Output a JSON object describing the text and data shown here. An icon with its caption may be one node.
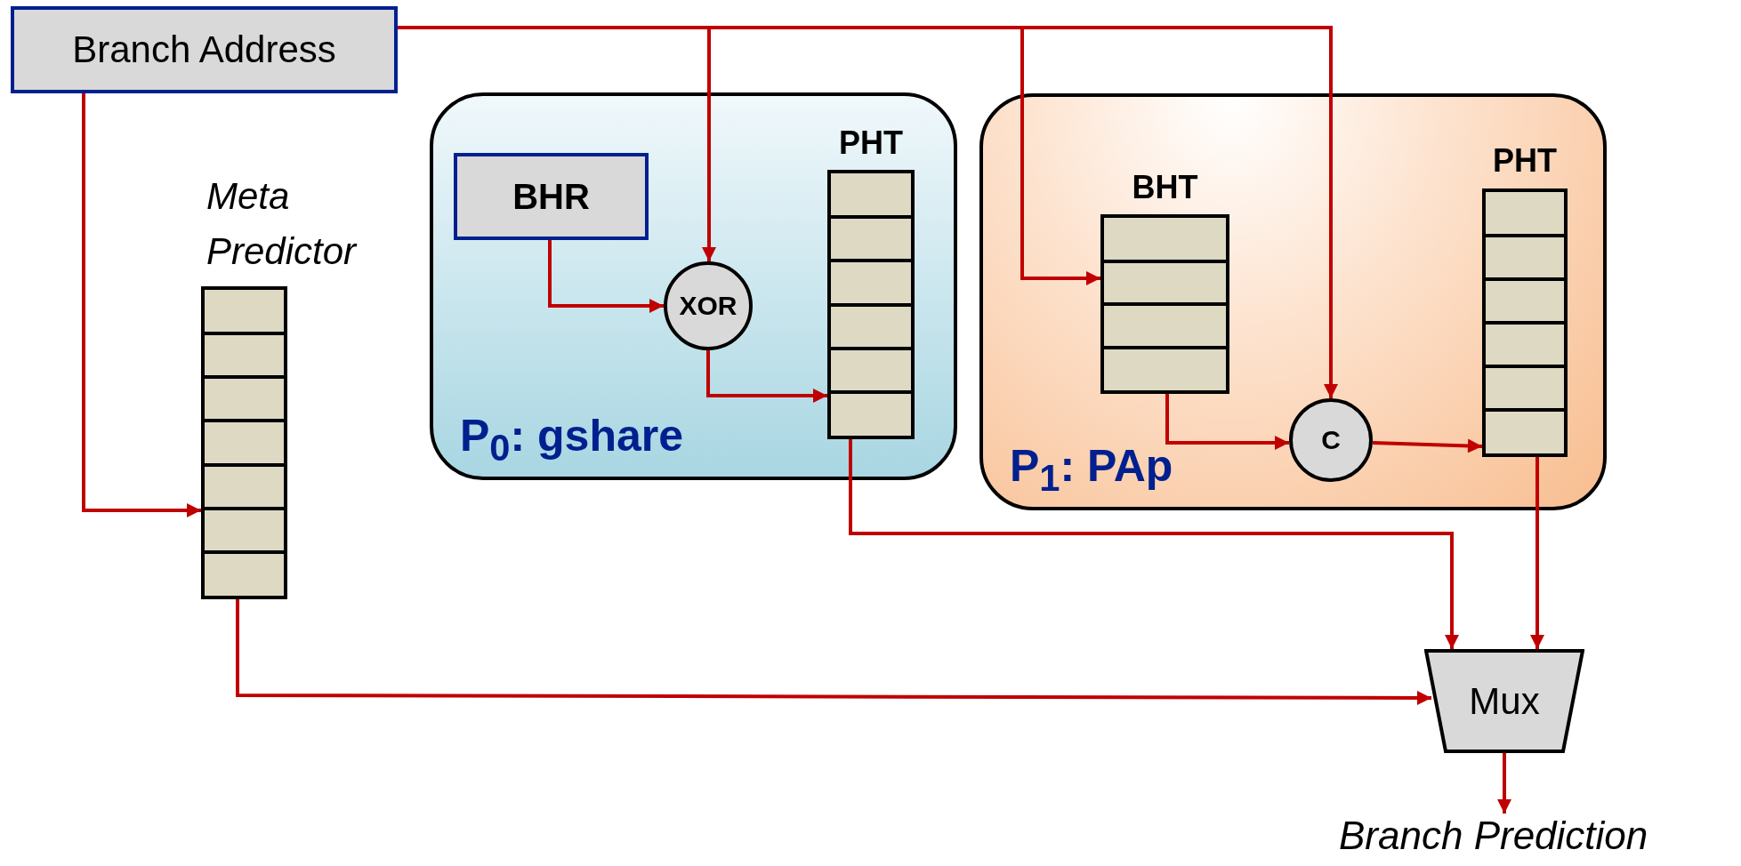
{
  "diagram": {
    "nodes": [
      {
        "text": [
          "Branch Address"
        ]
      },
      {
        "text": [
          "Meta Predictor"
        ]
      },
      {
        "text": [
          "P$_{0}$: gshare"
        ]
      },
      {
        "text": [
          "BHR"
        ],
        "in": 2
      },
      {
        "text": [
          "XOR"
        ],
        "in": 2
      },
      {
        "text": [
          "PHT"
        ],
        "in": 2
      },
      {
        "text": [
          "P$_{1}$: PAp"
        ]
      },
      {
        "text": [
          "BHT"
        ],
        "in": 6
      },
      {
        "text": [
          "C"
        ],
        "in": 6
      },
      {
        "text": [
          "PHT"
        ],
        "in": 6
      },
      {
        "text": [
          "Mux"
        ]
      },
      {
        "text": [
          "Branch Prediction"
        ]
      }
    ],
    "edges": [
      {
        "from": 0,
        "to": 1,
        "arrow": "to"
      },
      {
        "from": 0,
        "to": 4,
        "arrow": "to"
      },
      {
        "from": 0,
        "to": 7,
        "arrow": "to"
      },
      {
        "from": 0,
        "to": 8,
        "arrow": "to"
      },
      {
        "from": 3,
        "to": 4,
        "arrow": "to"
      },
      {
        "from": 4,
        "to": 5,
        "arrow": "to"
      },
      {
        "from": 7,
        "to": 8,
        "arrow": "to"
      },
      {
        "from": 8,
        "to": 9,
        "arrow": "to"
      },
      {
        "from": 5,
        "to": 10,
        "arrow": "to"
      },
      {
        "from": 9,
        "to": 10,
        "arrow": "to"
      },
      {
        "from": 1,
        "to": 10,
        "arrow": "to"
      },
      {
        "from": 10,
        "to": 11,
        "arrow": "to"
      }
    ]
  }
}
